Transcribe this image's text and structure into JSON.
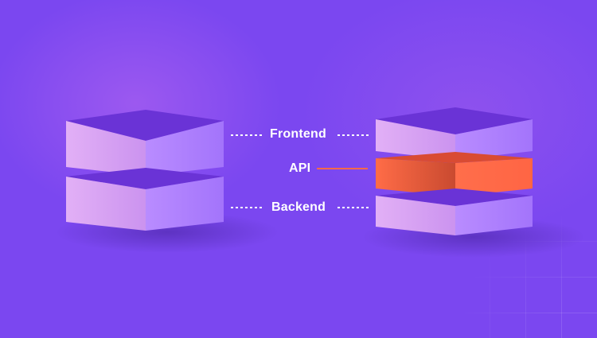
{
  "labels": {
    "frontend": "Frontend",
    "api": "API",
    "backend": "Backend"
  },
  "colors": {
    "background": "#7b47f0",
    "layer_top": "#6f36d8",
    "layer_front": "#dda6f2",
    "layer_side": "#a97bff",
    "api_top": "#e6543a",
    "api_front": "#d9583a",
    "api_side": "#ff6a48",
    "connector_dotted": "#ffffff",
    "connector_api": "#ff6a48"
  }
}
